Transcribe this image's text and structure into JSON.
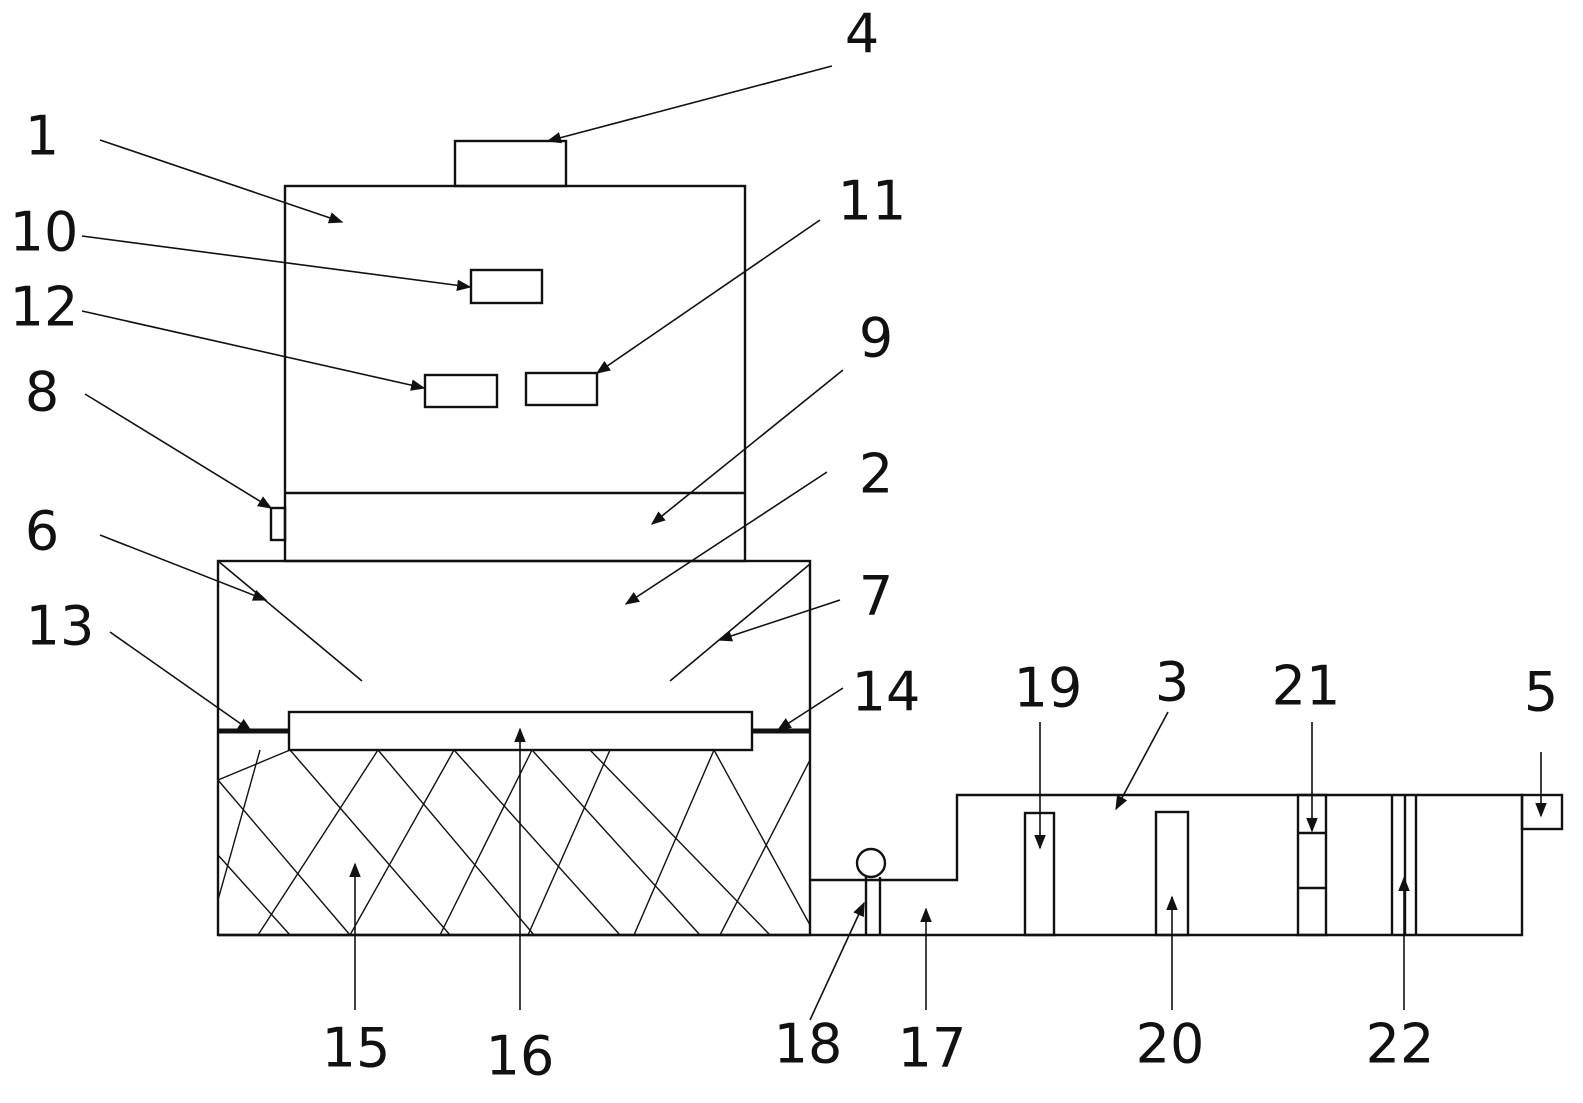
{
  "labels": {
    "n1": "1",
    "n2": "2",
    "n3": "3",
    "n4": "4",
    "n5": "5",
    "n6": "6",
    "n7": "7",
    "n8": "8",
    "n9": "9",
    "n10": "10",
    "n11": "11",
    "n12": "12",
    "n13": "13",
    "n14": "14",
    "n15": "15",
    "n16": "16",
    "n17": "17",
    "n18": "18",
    "n19": "19",
    "n20": "20",
    "n21": "21",
    "n22": "22"
  }
}
